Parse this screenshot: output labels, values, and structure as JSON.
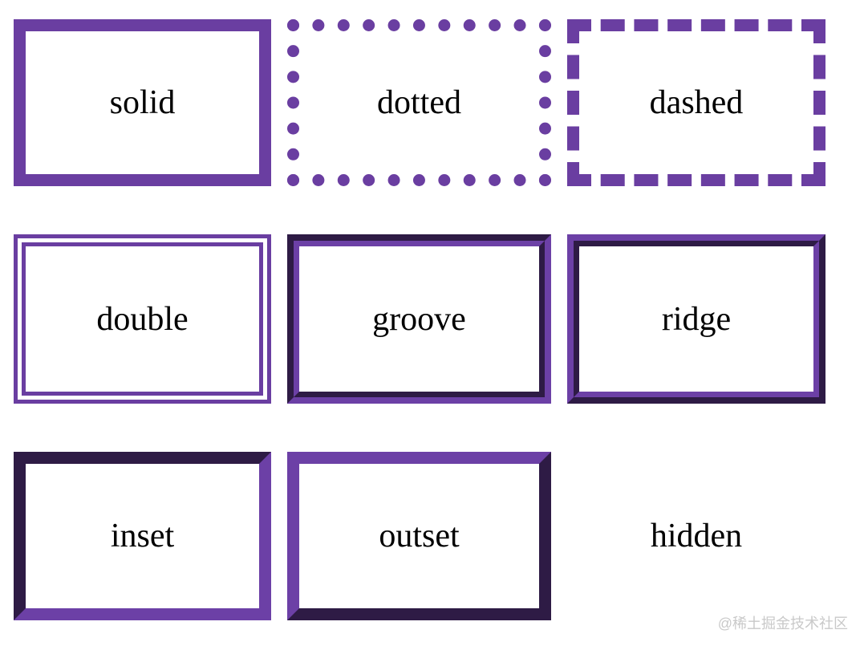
{
  "boxes": [
    {
      "label": "solid",
      "style": "solid"
    },
    {
      "label": "dotted",
      "style": "dotted"
    },
    {
      "label": "dashed",
      "style": "dashed"
    },
    {
      "label": "double",
      "style": "double"
    },
    {
      "label": "groove",
      "style": "groove"
    },
    {
      "label": "ridge",
      "style": "ridge"
    },
    {
      "label": "inset",
      "style": "inset"
    },
    {
      "label": "outset",
      "style": "outset"
    },
    {
      "label": "hidden",
      "style": "hidden"
    }
  ],
  "colors": {
    "border_purple": "#6a3ea1",
    "bevel_light": "#6c40a6",
    "bevel_dark": "#2e1b45",
    "label_text": "#000000",
    "watermark_gray": "#c9c9c9",
    "background": "#ffffff"
  },
  "watermark": {
    "text": "@稀土掘金技术社区"
  }
}
